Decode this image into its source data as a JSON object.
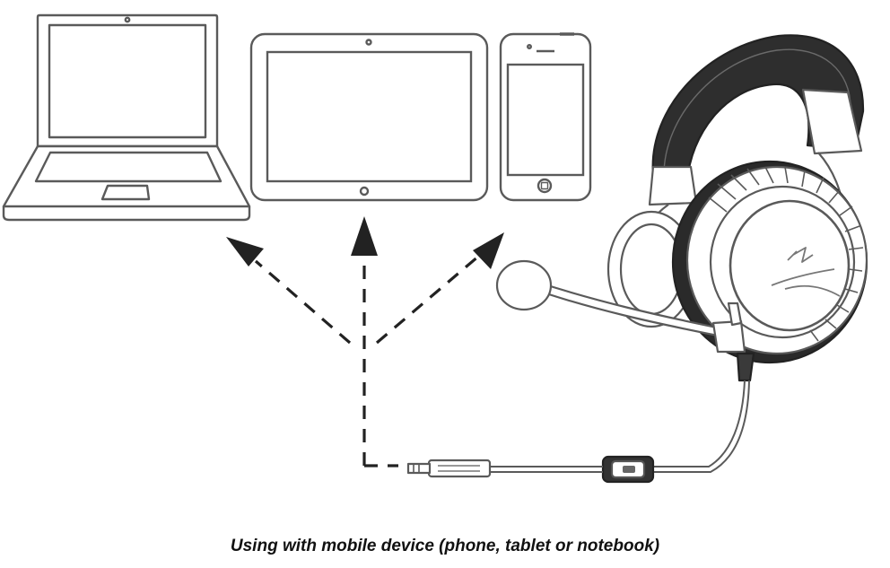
{
  "caption": "Using with mobile device (phone, tablet or notebook)",
  "devices": [
    "laptop",
    "tablet",
    "phone",
    "headset"
  ],
  "icons": [
    "laptop-icon",
    "tablet-icon",
    "phone-icon",
    "headset-icon",
    "hyperx-logo-icon"
  ],
  "colors": {
    "line": "#5a5a5a",
    "dark": "#222222",
    "background": "#ffffff"
  }
}
